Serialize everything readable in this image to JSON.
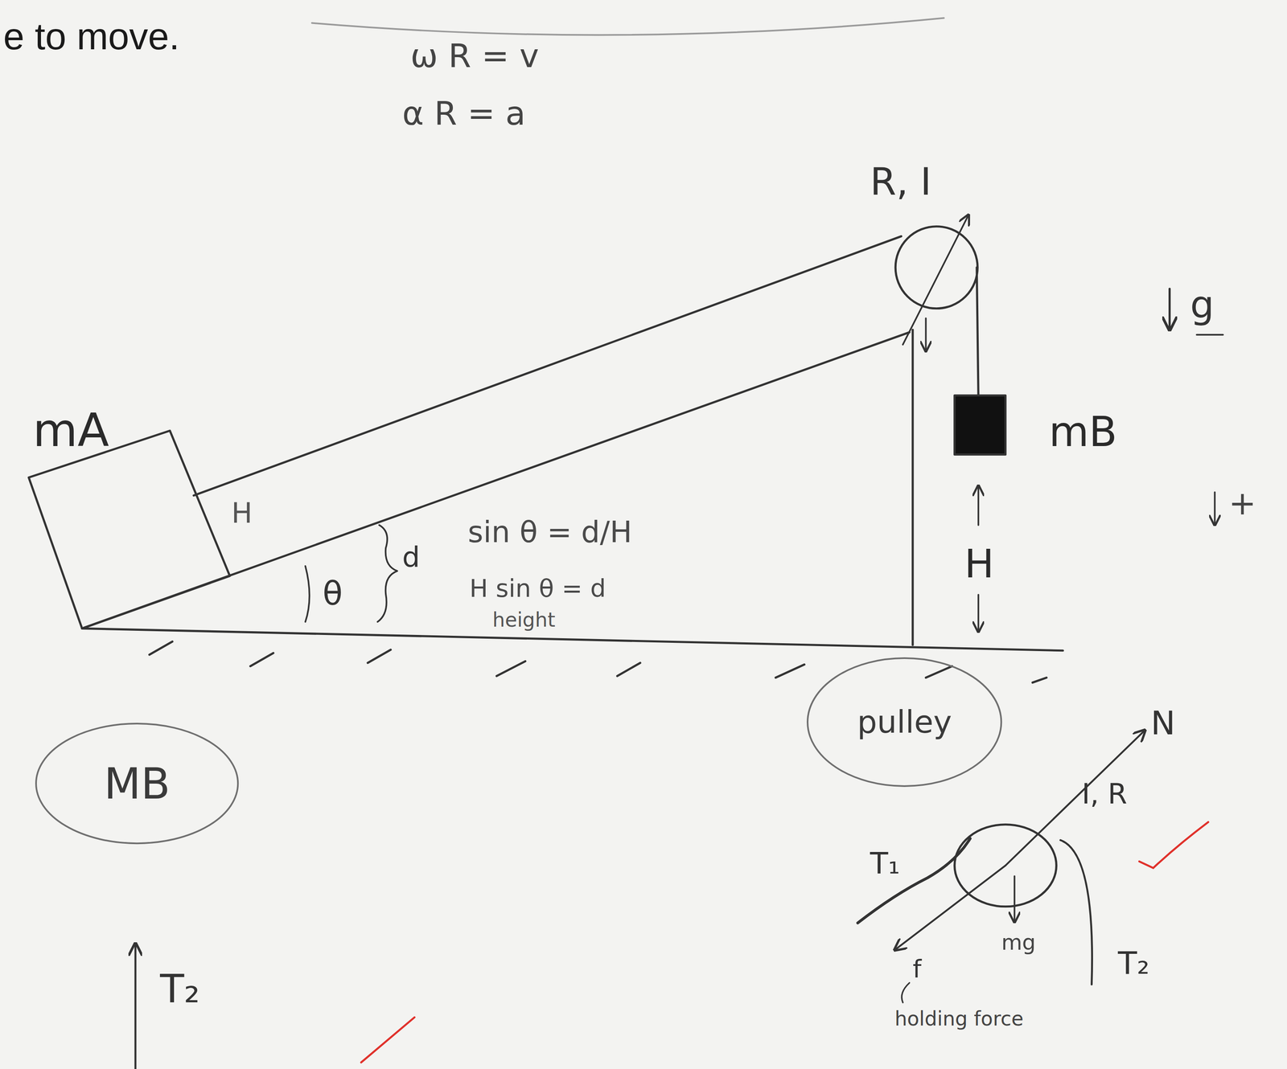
{
  "diagram": {
    "nodes": [
      {
        "text": [
          "pulley"
        ]
      },
      {
        "text": [
          "MB"
        ]
      }
    ],
    "edges": [],
    "labels": [
      "e to move.",
      "ω R = v",
      "α R = a",
      "R, I",
      "g",
      "mA",
      "mB",
      "H",
      "θ",
      "d",
      "sin θ = d/H",
      "H sin θ = d",
      "height",
      "H",
      "+",
      "N",
      "I, R",
      "T₁",
      "T₂",
      "mg",
      "f",
      "holding force",
      "T₂"
    ]
  }
}
